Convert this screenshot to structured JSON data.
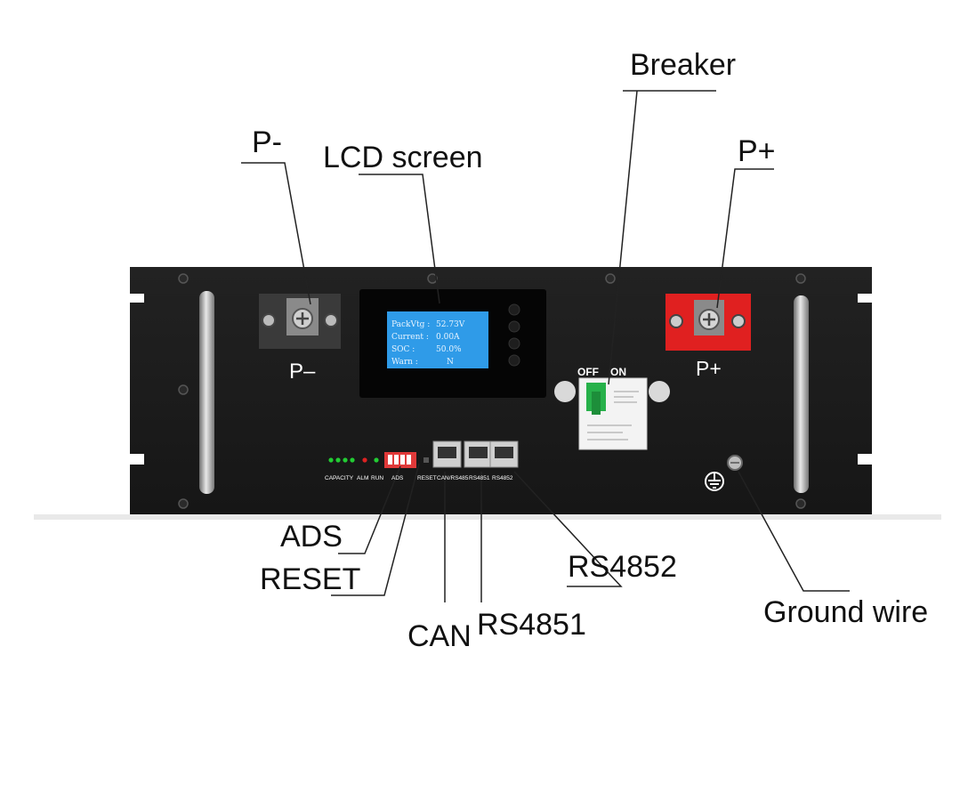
{
  "callouts": {
    "breaker": "Breaker",
    "p_minus": "P-",
    "lcd_screen": "LCD screen",
    "p_plus": "P+",
    "ads": "ADS",
    "reset": "RESET",
    "can": "CAN",
    "rs4851": "RS4851",
    "rs4852": "RS4852",
    "ground_wire": "Ground wire"
  },
  "panel": {
    "terminal_neg_label": "P–",
    "terminal_pos_label": "P+",
    "breaker_off": "OFF",
    "breaker_on": "ON",
    "led_labels": [
      "CAPACITY",
      "ALM",
      "RUN",
      "ADS"
    ],
    "reset_label": "RESET",
    "port_labels": [
      "CAN/RS485",
      "RS4851",
      "RS4852"
    ]
  },
  "lcd": {
    "rows": [
      {
        "label": "PackVtg :",
        "value": "52.73V"
      },
      {
        "label": "Current  :",
        "value": "0.00A"
      },
      {
        "label": "SOC       :",
        "value": "50.0%"
      },
      {
        "label": "Warn      :",
        "value": "N"
      }
    ]
  },
  "colors": {
    "panel": "#1b1b1b",
    "lcd_blue": "#2f9be8",
    "terminal_red": "#e02020",
    "led_green": "#22cc33",
    "led_red": "#dd2222",
    "dip_red": "#e03a3a"
  },
  "icons": [
    "ground-symbol-icon",
    "bolt-icon",
    "handle-icon"
  ]
}
